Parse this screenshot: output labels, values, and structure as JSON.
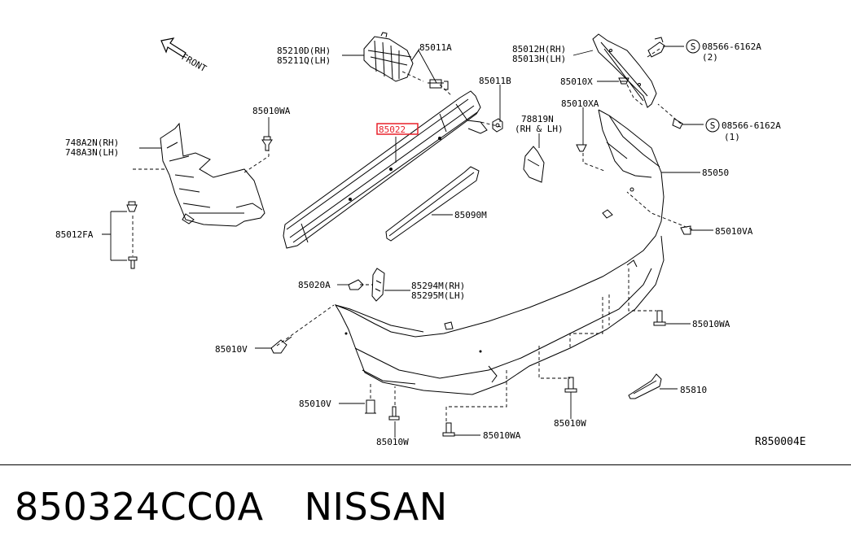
{
  "labels": {
    "front": "FRONT",
    "l_85210d": "85210D(RH)",
    "l_85211q": "85211Q(LH)",
    "l_85011a": "85011A",
    "l_85012h": "85012H(RH)",
    "l_85013h": "85013H(LH)",
    "l_08566_2": "08566-6162A",
    "l_qty2": "(2)",
    "l_85010x": "85010X",
    "l_85011b": "85011B",
    "l_85010xa": "85010XA",
    "l_08566_1": "08566-6162A",
    "l_qty1": "(1)",
    "l_85010wa_top": "85010WA",
    "l_85022": "85022",
    "l_78819n": "78819N",
    "l_rhlh": "(RH & LH)",
    "l_748a2n": "748A2N(RH)",
    "l_748a3n": "748A3N(LH)",
    "l_85050": "85050",
    "l_85090m": "85090M",
    "l_85012fa": "85012FA",
    "l_85010va": "85010VA",
    "l_85020a": "85020A",
    "l_85294m": "85294M(RH)",
    "l_85295m": "85295M(LH)",
    "l_85010wa_right": "85010WA",
    "l_85010v_left": "85010V",
    "l_85810": "85810",
    "l_85010v_bottom": "85010V",
    "l_85010w_right": "85010W",
    "l_85010w_bottom": "85010W",
    "l_85010wa_bottom": "85010WA",
    "l_ref": "R850004E",
    "s_symbol": "S"
  },
  "highlight_color": "#e8202a",
  "footer": {
    "part_number": "850324CC0A",
    "brand": "NISSAN"
  }
}
